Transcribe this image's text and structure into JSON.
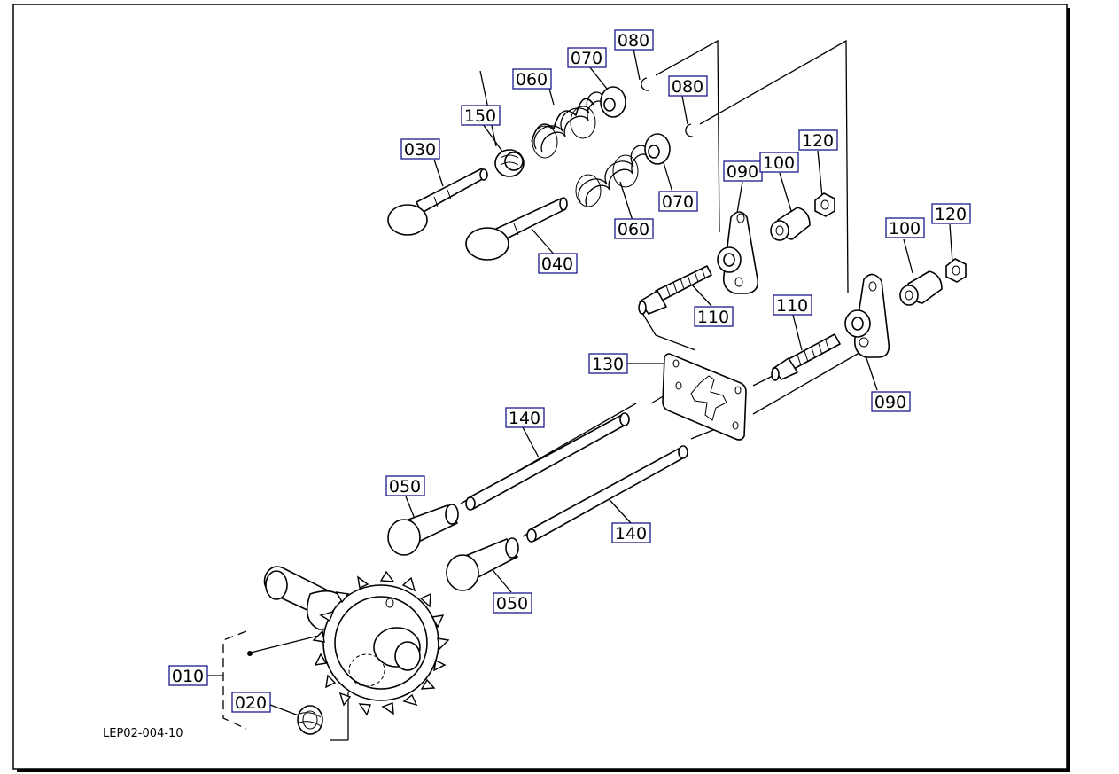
{
  "diagram": {
    "drawing_code": "LEP02-004-10",
    "callouts": [
      {
        "id": "c-080-a",
        "label": "080"
      },
      {
        "id": "c-070-a",
        "label": "070"
      },
      {
        "id": "c-060-a",
        "label": "060"
      },
      {
        "id": "c-150",
        "label": "150"
      },
      {
        "id": "c-030",
        "label": "030"
      },
      {
        "id": "c-080-b",
        "label": "080"
      },
      {
        "id": "c-070-b",
        "label": "070"
      },
      {
        "id": "c-060-b",
        "label": "060"
      },
      {
        "id": "c-040",
        "label": "040"
      },
      {
        "id": "c-090-a",
        "label": "090"
      },
      {
        "id": "c-100-a",
        "label": "100"
      },
      {
        "id": "c-120-a",
        "label": "120"
      },
      {
        "id": "c-100-b",
        "label": "100"
      },
      {
        "id": "c-120-b",
        "label": "120"
      },
      {
        "id": "c-110-a",
        "label": "110"
      },
      {
        "id": "c-110-b",
        "label": "110"
      },
      {
        "id": "c-130",
        "label": "130"
      },
      {
        "id": "c-090-b",
        "label": "090"
      },
      {
        "id": "c-140-a",
        "label": "140"
      },
      {
        "id": "c-050-a",
        "label": "050"
      },
      {
        "id": "c-140-b",
        "label": "140"
      },
      {
        "id": "c-050-b",
        "label": "050"
      },
      {
        "id": "c-010",
        "label": "010"
      },
      {
        "id": "c-020",
        "label": "020"
      }
    ]
  }
}
